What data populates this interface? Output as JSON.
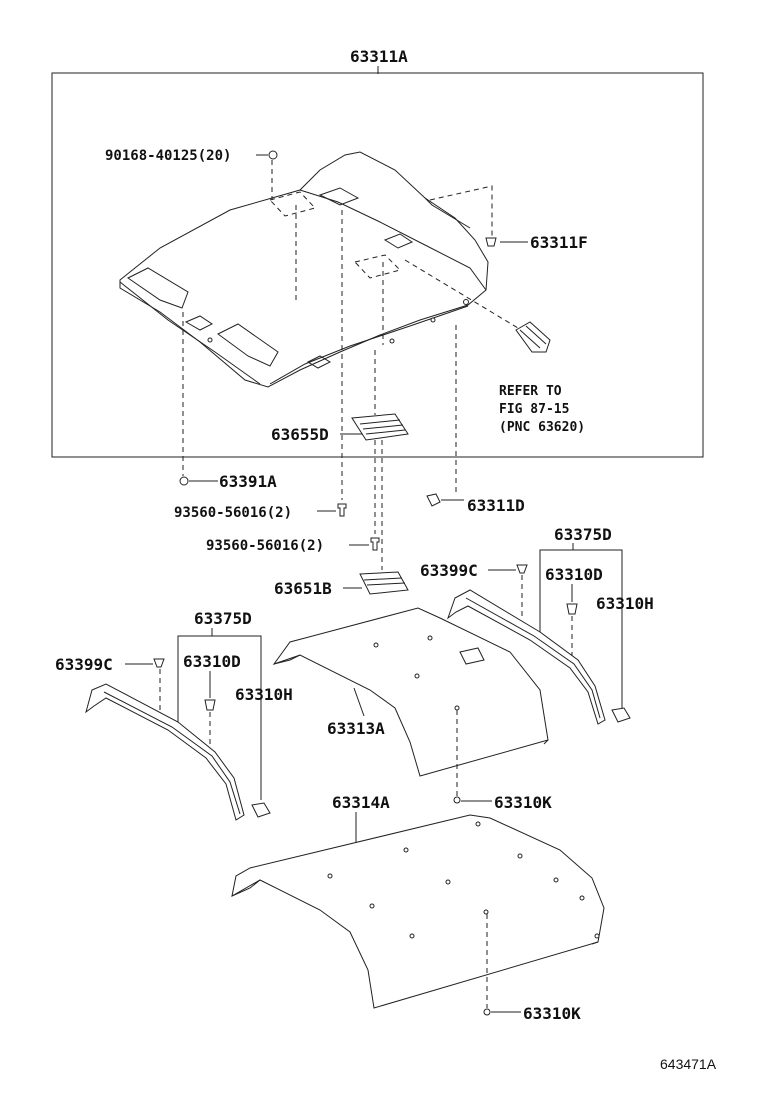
{
  "labels": {
    "headlining": "63311A",
    "screw_90168": "90168-40125(20)",
    "clip_63311F": "63311F",
    "refer_line1": "REFER TO",
    "refer_line2": "FIG 87-15",
    "refer_line3": "(PNC 63620)",
    "cover_63655D": "63655D",
    "clip_63391A": "63391A",
    "screw_93560_a": "93560-56016(2)",
    "clip_63311D": "63311D",
    "screw_93560_b": "93560-56016(2)",
    "cover_63651B": "63651B",
    "right_63375D": "63375D",
    "right_63399C": "63399C",
    "right_63310D": "63310D",
    "right_63310H": "63310H",
    "left_63375D": "63375D",
    "left_63399C": "63399C",
    "left_63310D": "63310D",
    "left_63310H": "63310H",
    "pad_63313A": "63313A",
    "clip_63310K_upper": "63310K",
    "pad_63314A": "63314A",
    "clip_63310K_lower": "63310K"
  },
  "figure_number": "643471A"
}
